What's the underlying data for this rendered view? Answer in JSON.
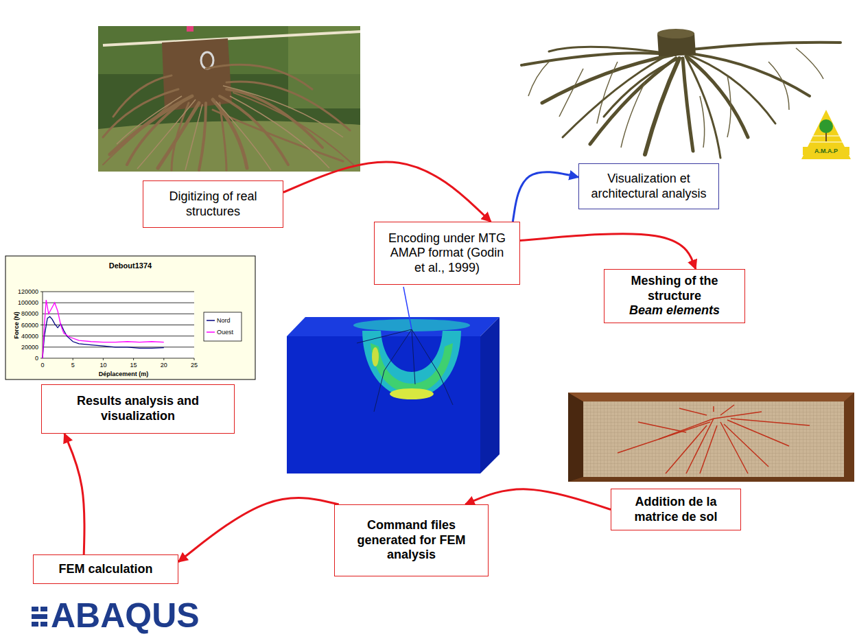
{
  "diagram": {
    "nodes": [
      {
        "text": [
          "Digitizing of real structures"
        ]
      },
      {
        "text": [
          "Encoding under MTG AMAP format (Godin et al., 1999)"
        ]
      },
      {
        "text": [
          "Visualization et architectural analysis"
        ]
      },
      {
        "text": [
          "Meshing of the structure",
          "Beam elements"
        ]
      },
      {
        "text": [
          "Addition de la matrice de sol"
        ]
      },
      {
        "text": [
          "Command files generated for FEM analysis"
        ]
      },
      {
        "text": [
          "FEM calculation"
        ]
      },
      {
        "text": [
          "Results analysis and visualization"
        ]
      }
    ],
    "edges": [
      {
        "from": 0,
        "to": 1,
        "arrow": "to"
      },
      {
        "from": 1,
        "to": 2,
        "arrow": "to"
      },
      {
        "from": 1,
        "to": 3,
        "arrow": "to"
      },
      {
        "from": 4,
        "to": 5,
        "arrow": "to"
      },
      {
        "from": 5,
        "to": 6,
        "arrow": "to"
      },
      {
        "from": 6,
        "to": 7,
        "arrow": "to"
      }
    ],
    "labels": [
      "Debout1374",
      "120000",
      "100000",
      "80000",
      "60000",
      "40000",
      "20000",
      "0",
      "0",
      "5",
      "10",
      "15",
      "20",
      "25",
      "Force (N)",
      "Déplacement (m)",
      "A.M.A.P",
      "ABAQUS"
    ],
    "legend": [
      {
        "text": "Nord"
      },
      {
        "text": "Ouest"
      }
    ]
  }
}
